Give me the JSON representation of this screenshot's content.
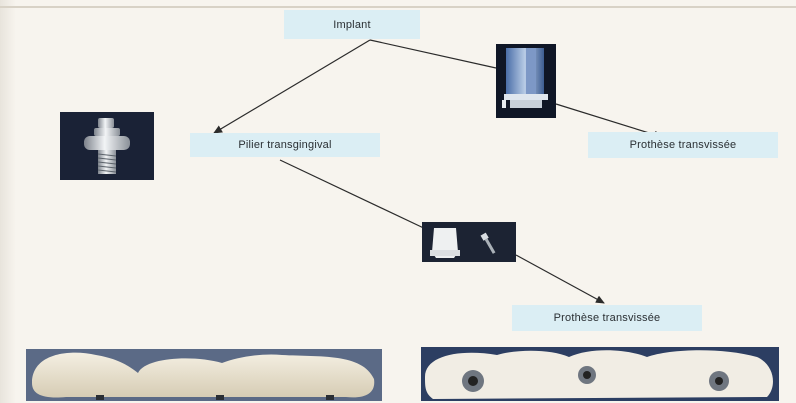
{
  "nodes": {
    "implant": "Implant",
    "pilier": "Pilier transgingival",
    "prothese_top": "Prothèse transvissée",
    "prothese_bottom": "Prothèse transvissée"
  },
  "colors": {
    "box_fill": "#dbeef4",
    "arrow": "#2b2b2b",
    "photo_dark": "#1a2236"
  },
  "icons": [
    "abutment-photo",
    "implant-cutaway-photo",
    "white-cap-photo",
    "bridge-side-photo",
    "bridge-occlusal-photo"
  ]
}
